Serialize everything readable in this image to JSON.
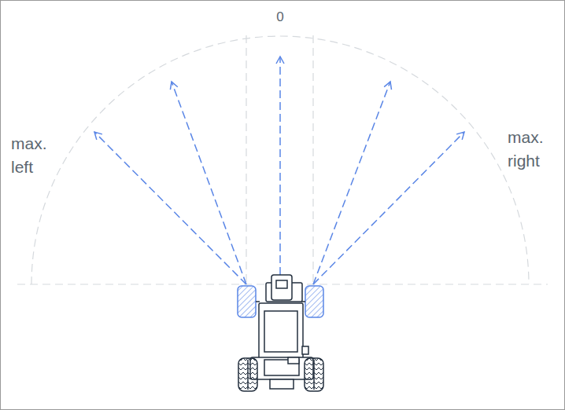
{
  "diagram": {
    "labels": [
      "0",
      "max. left",
      "max. right"
    ]
  }
}
